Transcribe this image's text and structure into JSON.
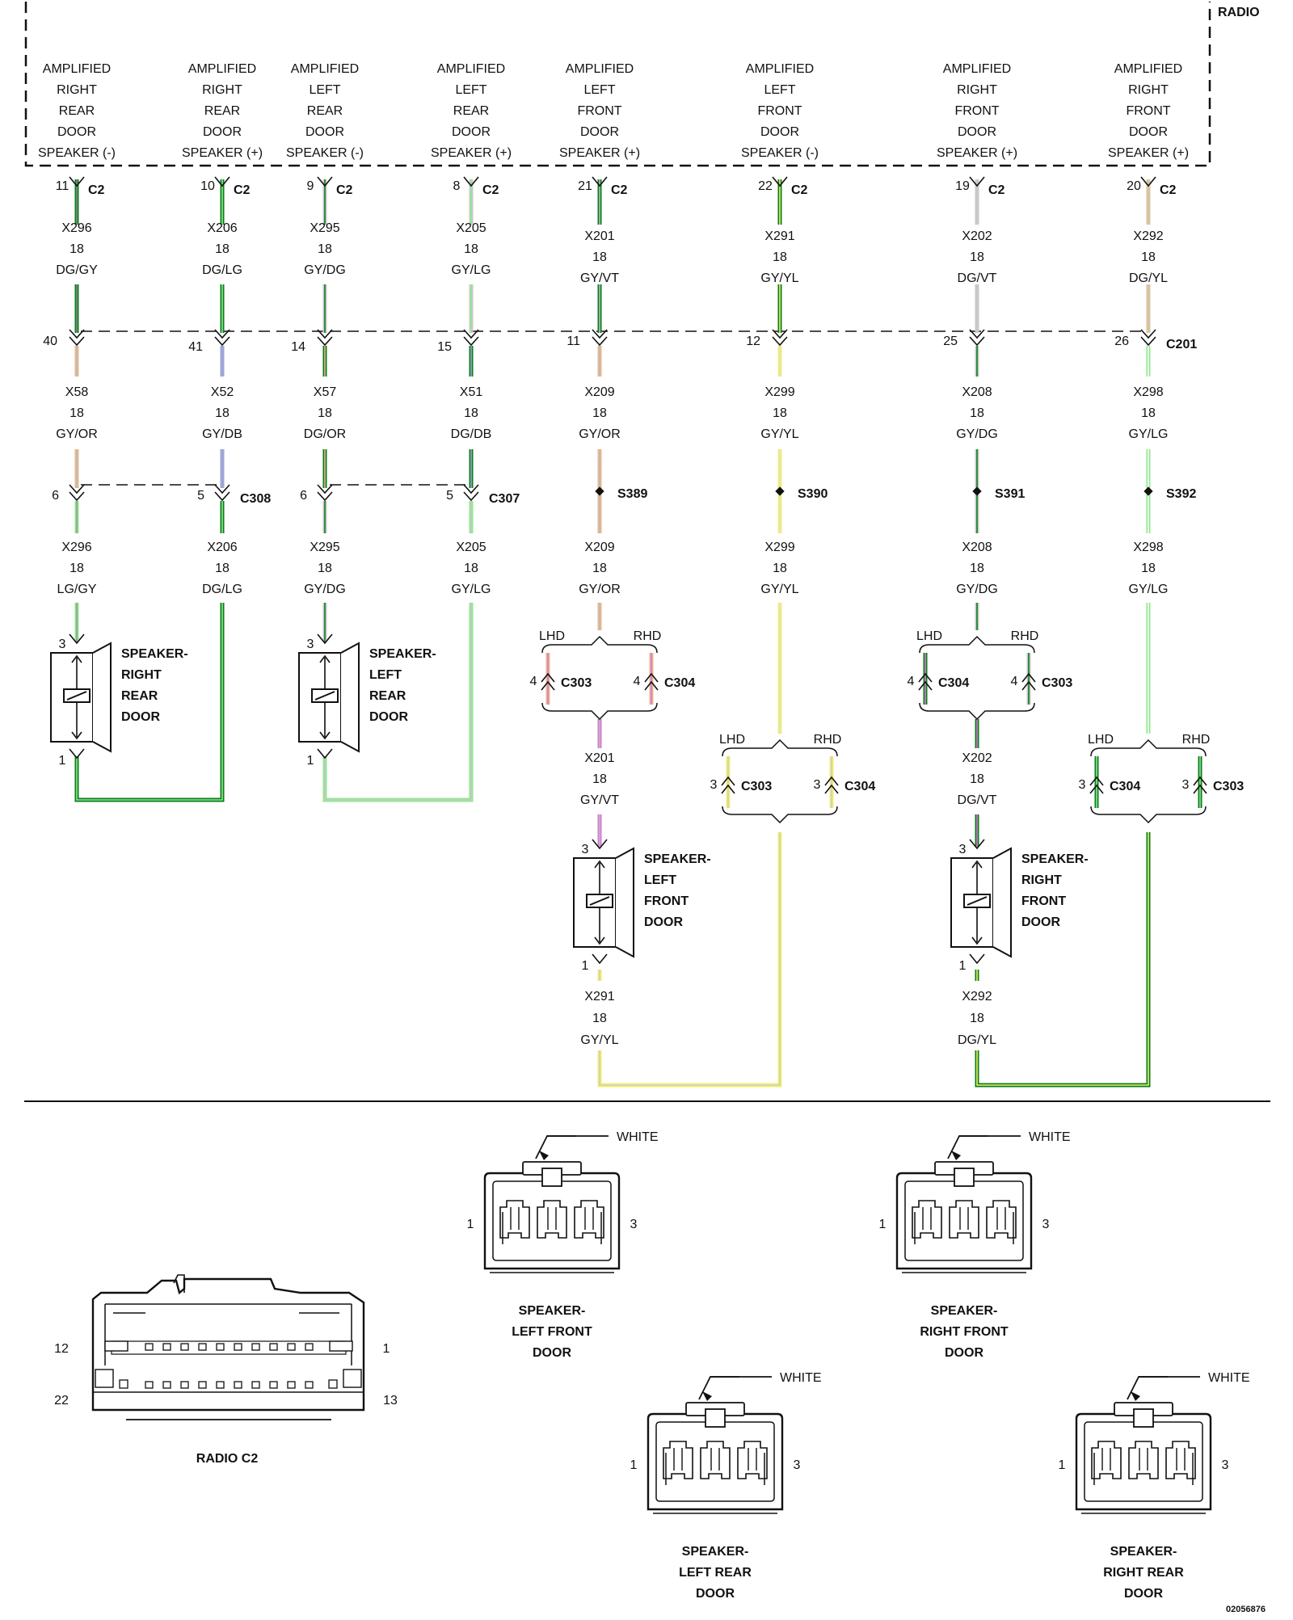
{
  "radio_title": "RADIO",
  "pins": [
    {
      "label": [
        "AMPLIFIED",
        "RIGHT",
        "REAR",
        "DOOR",
        "SPEAKER (-)"
      ],
      "c2_pin": "11",
      "c2": "C2",
      "w1": {
        "ckt": "X296",
        "ga": "18",
        "col": "DG/GY"
      },
      "c201_pin": "40",
      "w2": {
        "ckt": "X58",
        "ga": "18",
        "col": "GY/OR"
      },
      "c3_pin": "6",
      "w3": {
        "ckt": "X296",
        "ga": "18",
        "col": "LG/GY"
      }
    },
    {
      "label": [
        "AMPLIFIED",
        "RIGHT",
        "REAR",
        "DOOR",
        "SPEAKER (+)"
      ],
      "c2_pin": "10",
      "c2": "C2",
      "w1": {
        "ckt": "X206",
        "ga": "18",
        "col": "DG/LG"
      },
      "c201_pin": "41",
      "w2": {
        "ckt": "X52",
        "ga": "18",
        "col": "GY/DB"
      },
      "c3_pin": "5",
      "c3": "C308",
      "w3": {
        "ckt": "X206",
        "ga": "18",
        "col": "DG/LG"
      }
    },
    {
      "label": [
        "AMPLIFIED",
        "LEFT",
        "REAR",
        "DOOR",
        "SPEAKER (-)"
      ],
      "c2_pin": "9",
      "c2": "C2",
      "w1": {
        "ckt": "X295",
        "ga": "18",
        "col": "GY/DG"
      },
      "c201_pin": "14",
      "w2": {
        "ckt": "X57",
        "ga": "18",
        "col": "DG/OR"
      },
      "c3_pin": "6",
      "w3": {
        "ckt": "X295",
        "ga": "18",
        "col": "GY/DG"
      }
    },
    {
      "label": [
        "AMPLIFIED",
        "LEFT",
        "REAR",
        "DOOR",
        "SPEAKER (+)"
      ],
      "c2_pin": "8",
      "c2": "C2",
      "w1": {
        "ckt": "X205",
        "ga": "18",
        "col": "GY/LG"
      },
      "c201_pin": "15",
      "w2": {
        "ckt": "X51",
        "ga": "18",
        "col": "DG/DB"
      },
      "c3_pin": "5",
      "c3": "C307",
      "w3": {
        "ckt": "X205",
        "ga": "18",
        "col": "GY/LG"
      }
    },
    {
      "label": [
        "AMPLIFIED",
        "LEFT",
        "FRONT",
        "DOOR",
        "SPEAKER (+)"
      ],
      "c2_pin": "21",
      "c2": "C2",
      "w1": {
        "ckt": "X201",
        "ga": "18",
        "col": "GY/VT"
      },
      "c201_pin": "11",
      "w2": {
        "ckt": "X209",
        "ga": "18",
        "col": "GY/OR"
      },
      "splice": "S389",
      "w3": {
        "ckt": "X209",
        "ga": "18",
        "col": "GY/OR"
      }
    },
    {
      "label": [
        "AMPLIFIED",
        "LEFT",
        "FRONT",
        "DOOR",
        "SPEAKER (-)"
      ],
      "c2_pin": "22",
      "c2": "C2",
      "w1": {
        "ckt": "X291",
        "ga": "18",
        "col": "GY/YL"
      },
      "c201_pin": "12",
      "w2": {
        "ckt": "X299",
        "ga": "18",
        "col": "GY/YL"
      },
      "splice": "S390",
      "w3": {
        "ckt": "X299",
        "ga": "18",
        "col": "GY/YL"
      }
    },
    {
      "label": [
        "AMPLIFIED",
        "RIGHT",
        "FRONT",
        "DOOR",
        "SPEAKER (+)"
      ],
      "c2_pin": "19",
      "c2": "C2",
      "w1": {
        "ckt": "X202",
        "ga": "18",
        "col": "DG/VT"
      },
      "c201_pin": "25",
      "w2": {
        "ckt": "X208",
        "ga": "18",
        "col": "GY/DG"
      },
      "splice": "S391",
      "w3": {
        "ckt": "X208",
        "ga": "18",
        "col": "GY/DG"
      }
    },
    {
      "label": [
        "AMPLIFIED",
        "RIGHT",
        "FRONT",
        "DOOR",
        "SPEAKER (+)"
      ],
      "c2_pin": "20",
      "c2": "C2",
      "w1": {
        "ckt": "X292",
        "ga": "18",
        "col": "DG/YL"
      },
      "c201_pin": "26",
      "c201": "C201",
      "w2": {
        "ckt": "X298",
        "ga": "18",
        "col": "GY/LG"
      },
      "splice": "S392",
      "w3": {
        "ckt": "X298",
        "ga": "18",
        "col": "GY/LG"
      }
    }
  ],
  "speakers": {
    "right_rear": [
      "SPEAKER-",
      "RIGHT",
      "REAR",
      "DOOR"
    ],
    "left_rear": [
      "SPEAKER-",
      "LEFT",
      "REAR",
      "DOOR"
    ],
    "left_front": [
      "SPEAKER-",
      "LEFT",
      "FRONT",
      "DOOR"
    ],
    "right_front": [
      "SPEAKER-",
      "RIGHT",
      "FRONT",
      "DOOR"
    ],
    "pin3": "3",
    "pin1": "1"
  },
  "lhd_rhd": {
    "lhd": "LHD",
    "rhd": "RHD",
    "pin3": "3",
    "pin4": "4",
    "c303": "C303",
    "c304": "C304"
  },
  "lower_wires": {
    "lf_out": {
      "ckt": "X201",
      "ga": "18",
      "col": "GY/VT"
    },
    "lf_ret": {
      "ckt": "X291",
      "ga": "18",
      "col": "GY/YL"
    },
    "rf_out": {
      "ckt": "X202",
      "ga": "18",
      "col": "DG/VT"
    },
    "rf_ret": {
      "ckt": "X292",
      "ga": "18",
      "col": "DG/YL"
    }
  },
  "connector_views": {
    "white": "WHITE",
    "pin1": "1",
    "pin3": "3",
    "lf": [
      "SPEAKER-",
      "LEFT FRONT",
      "DOOR"
    ],
    "rf": [
      "SPEAKER-",
      "RIGHT FRONT",
      "DOOR"
    ],
    "lr": [
      "SPEAKER-",
      "LEFT REAR",
      "DOOR"
    ],
    "rr": [
      "SPEAKER-",
      "RIGHT REAR",
      "DOOR"
    ],
    "radio_c2": "RADIO C2",
    "radio_pins": {
      "tl": "12",
      "tr": "1",
      "bl": "22",
      "br": "13"
    }
  },
  "figure_id": "02056876",
  "colors": {
    "dg": "#0b7d1c",
    "lg": "#8fe88f",
    "gy": "#c8c8c8",
    "or": "#e8b98a",
    "db": "#9fa6d6",
    "vt": "#d77ad6",
    "yl": "#f2f06a",
    "tan": "#d8c4a0"
  }
}
